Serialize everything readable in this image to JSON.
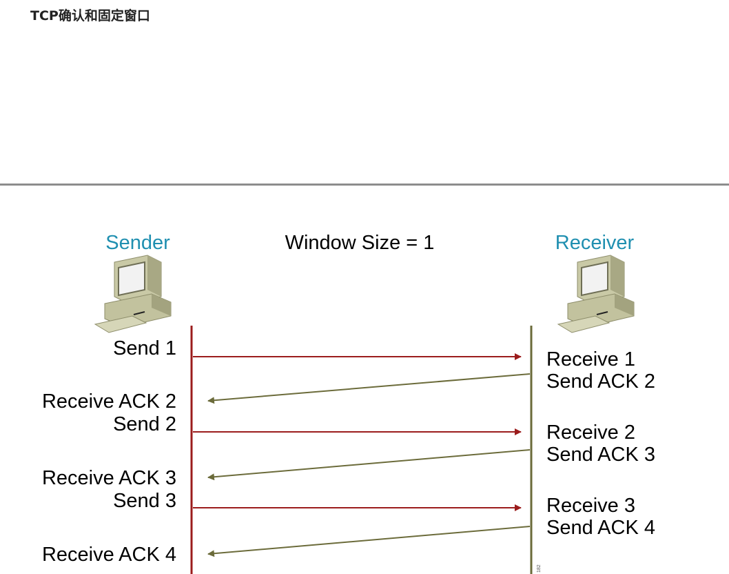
{
  "page": {
    "title": "TCP确认和固定窗口"
  },
  "diagram": {
    "sender_label": "Sender",
    "receiver_label": "Receiver",
    "window_label": "Window Size = 1",
    "figure_id": "182",
    "sender_steps": [
      {
        "send": "Send 1",
        "receive_ack": "Receive ACK 2"
      },
      {
        "send": "Send 2",
        "receive_ack": "Receive ACK 3"
      },
      {
        "send": "Send 3",
        "receive_ack": "Receive ACK 4"
      }
    ],
    "receiver_steps": [
      {
        "receive": "Receive 1",
        "send_ack": "Send ACK 2"
      },
      {
        "receive": "Receive 2",
        "send_ack": "Send ACK 3"
      },
      {
        "receive": "Receive 3",
        "send_ack": "Send ACK 4"
      }
    ],
    "colors": {
      "data_arrow": "#9b1c1c",
      "ack_arrow": "#6b6b3a",
      "role_label": "#1f8fb0"
    },
    "icons": {
      "sender": "computer-icon",
      "receiver": "computer-icon"
    }
  }
}
